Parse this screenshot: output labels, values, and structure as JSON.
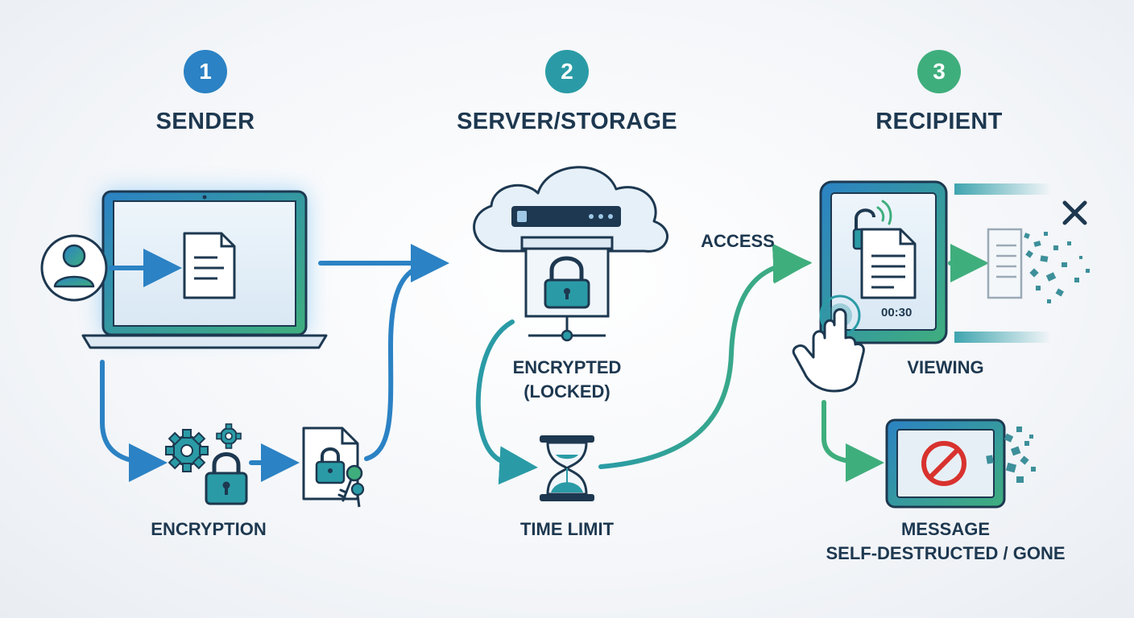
{
  "steps": [
    {
      "number": "1",
      "title": "SENDER",
      "color": "#2b82c4"
    },
    {
      "number": "2",
      "title": "SERVER/STORAGE",
      "color": "#2a9ba6"
    },
    {
      "number": "3",
      "title": "RECIPIENT",
      "color": "#3fae7d"
    }
  ],
  "labels": {
    "encryption": "ENCRYPTION",
    "encrypted_line1": "ENCRYPTED",
    "encrypted_line2": "(LOCKED)",
    "time_limit": "TIME LIMIT",
    "access": "ACCESS",
    "viewing": "VIEWING",
    "destructed_line1": "MESSAGE",
    "destructed_line2": "SELF-DESTRUCTED / GONE"
  },
  "tablet": {
    "timer": "00:30"
  },
  "colors": {
    "outline": "#1d3850",
    "blue": "#2b82c4",
    "teal": "#2a9ba6",
    "green": "#3fae7d",
    "screen_fill": "#e3eef8",
    "red": "#d8322e"
  },
  "icons": [
    "user-icon",
    "document-icon",
    "laptop-icon",
    "gears-icon",
    "padlock-icon",
    "key-icon",
    "cloud-icon",
    "server-icon",
    "hourglass-icon",
    "tablet-icon",
    "open-lock-icon",
    "hand-pointer-icon",
    "prohibited-icon",
    "close-x-icon",
    "shatter-particles"
  ]
}
